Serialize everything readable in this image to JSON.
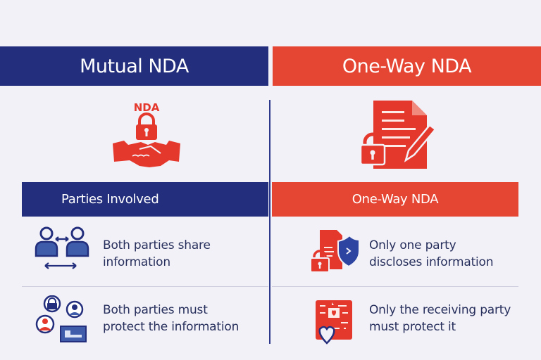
{
  "headers": {
    "left": "Mutual NDA",
    "right": "One-Way NDA"
  },
  "hero": {
    "left_icon": "nda-handshake-lock-icon",
    "left_label": "NDA",
    "right_icon": "document-lock-pen-icon"
  },
  "subheaders": {
    "left": "Parties Involved",
    "right": "One-Way NDA"
  },
  "rows": {
    "left": [
      {
        "icon": "two-people-exchange-icon",
        "line1": "Both parties share",
        "line2": "information"
      },
      {
        "icon": "people-lock-card-icon",
        "line1": "Both parties must",
        "line2": "protect the information"
      }
    ],
    "right": [
      {
        "icon": "document-shield-lock-icon",
        "line1": "Only one party",
        "line2": "discloses information"
      },
      {
        "icon": "document-heart-shield-icon",
        "line1": "Only the receiving party",
        "line2": "must protect it"
      }
    ]
  },
  "colors": {
    "background": "#f3f1f8",
    "mutual_blue": "#232e7c",
    "oneway_red": "#e54634",
    "text": "#27305c"
  }
}
